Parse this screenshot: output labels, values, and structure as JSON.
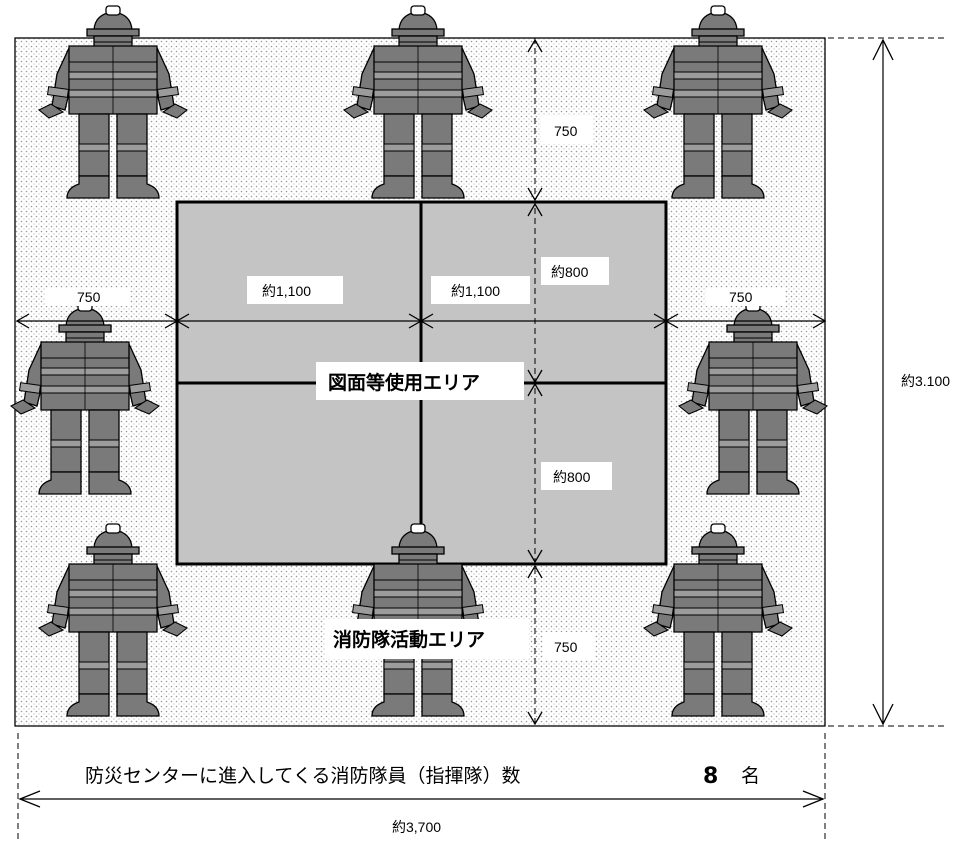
{
  "area_labels": {
    "drawing_area": "図面等使用エリア",
    "activity_area": "消防隊活動エリア"
  },
  "dimensions": {
    "top_margin": "750",
    "bottom_margin": "750",
    "left_margin": "750",
    "right_margin": "750",
    "table_width_left": "約1,100",
    "table_width_right": "約1,100",
    "table_depth_top": "約800",
    "table_depth_bottom": "約800",
    "total_height": "約3.100",
    "total_width": "約3,700"
  },
  "caption": {
    "text": "防災センターに進入してくる消防隊員（指揮隊）数",
    "count": "8",
    "unit": "名"
  },
  "colors": {
    "figure_fill": "#7a7a7a",
    "figure_band": "#9c9c9c",
    "table_fill": "#c4c4c4",
    "floor_pattern": "#a8a8a8"
  },
  "icons": {
    "figure": "firefighter-icon"
  }
}
